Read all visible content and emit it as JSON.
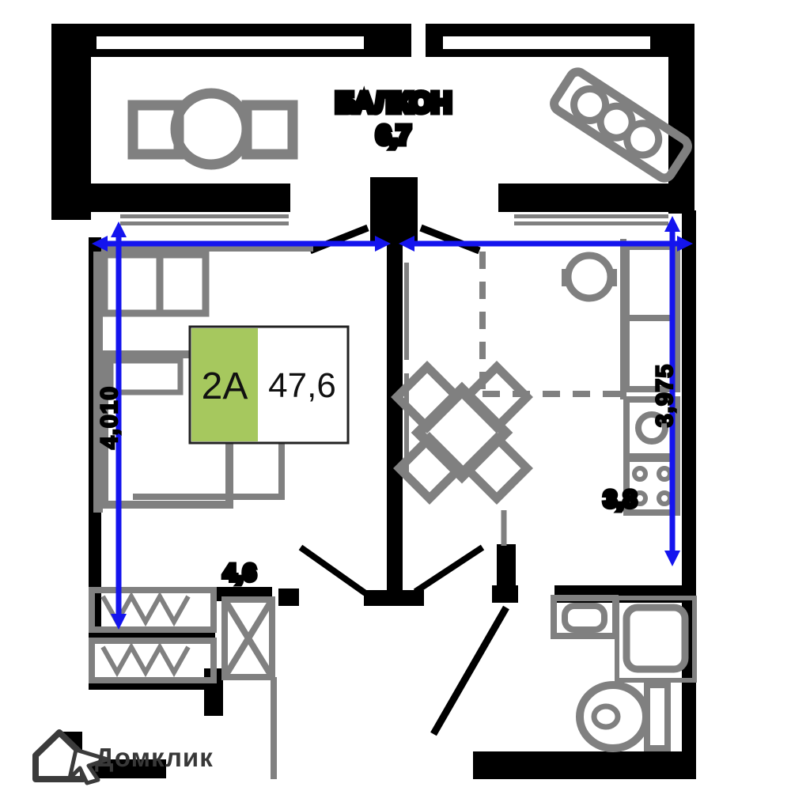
{
  "plan": {
    "type": "apartment-floor-plan",
    "badge": {
      "unit": "2A",
      "area": "47,6"
    },
    "labels": {
      "balcony_title": "БАЛКОН",
      "balcony_area": "6,7",
      "right_area": "3,8",
      "hall_area": "4,6"
    },
    "dimensions": {
      "left": "4,010",
      "right": "3,975"
    },
    "watermark": {
      "brand": "Домклик"
    },
    "colors": {
      "wall_black": "#000000",
      "furniture_gray": "#808080",
      "dimension_blue": "#1414ee",
      "badge_green": "#a6c85e",
      "logo_gray": "#383838"
    }
  }
}
